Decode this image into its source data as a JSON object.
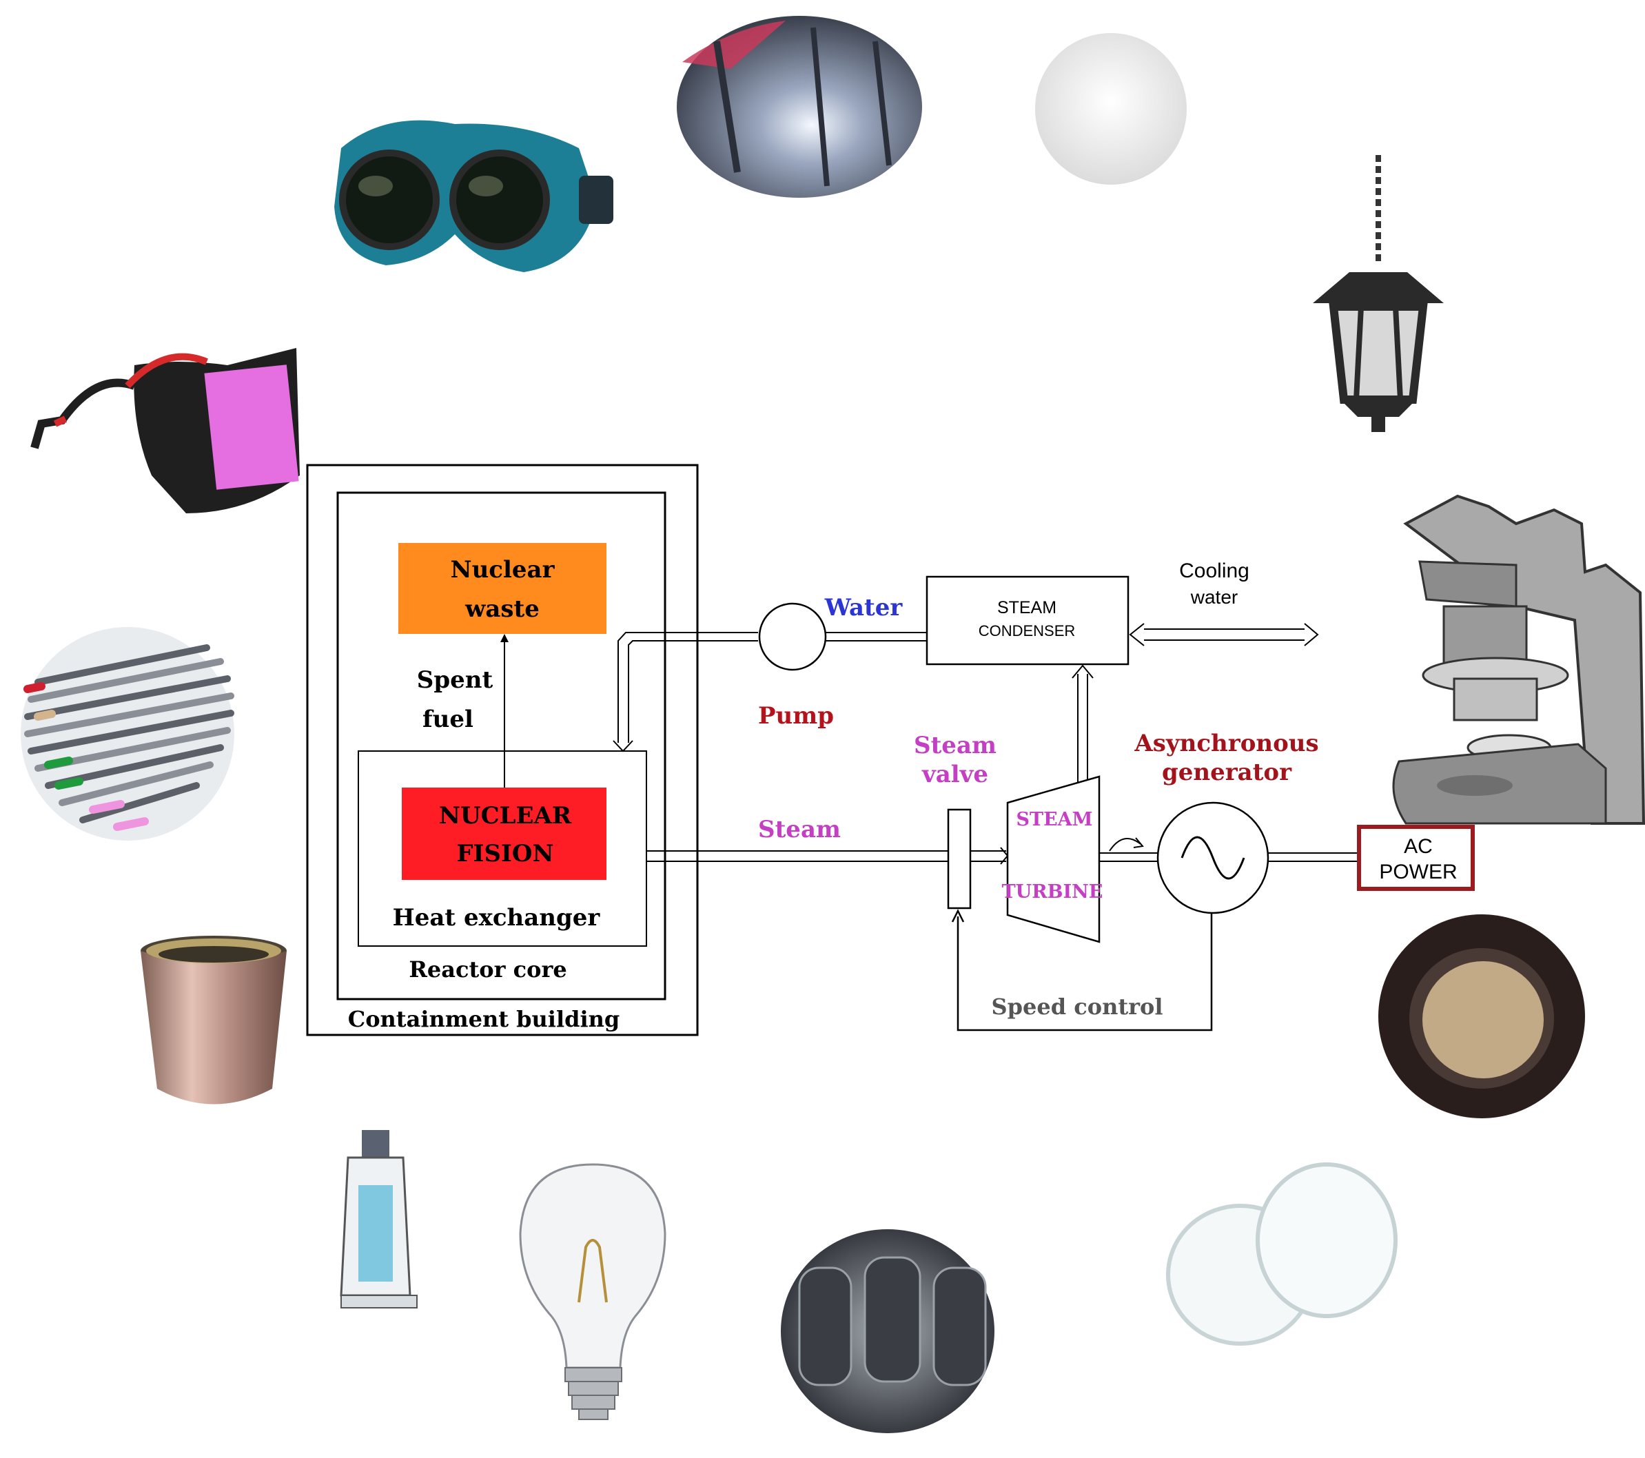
{
  "diagram": {
    "nuclear_waste": {
      "line1": "Nuclear",
      "line2": "waste"
    },
    "nuclear_fision": {
      "line1": "NUCLEAR",
      "line2": "FISION"
    },
    "spent_fuel": {
      "line1": "Spent",
      "line2": "fuel"
    },
    "heat_exchanger": "Heat exchanger",
    "reactor_core": "Reactor core",
    "containment_building": "Containment building",
    "water": "Water",
    "pump": "Pump",
    "steam": "Steam",
    "steam_valve": {
      "line1": "Steam",
      "line2": "valve"
    },
    "steam_condenser": {
      "line1": "STEAM",
      "line2": "CONDENSER"
    },
    "cooling_water": {
      "line1": "Cooling",
      "line2": "water"
    },
    "turbine": {
      "line1": "STEAM",
      "line2": "TURBINE"
    },
    "generator": {
      "line1": "Asynchronous",
      "line2": "generator"
    },
    "ac_power": {
      "line1": "AC",
      "line2": "POWER"
    },
    "speed_control": "Speed control"
  },
  "colors": {
    "waste_box": "#ff8a1e",
    "fision_box": "#ff1d25",
    "water_label": "#2b35d6",
    "pump_label": "#b5121b",
    "steam_label": "#c43fc4",
    "generator_label": "#a3131c",
    "ac_power_border": "#9b1b1e"
  },
  "illustrations": [
    "welding-goggles-icon",
    "welding-arc-photo",
    "white-pellet-photo",
    "hanging-lantern-icon",
    "auto-darkening-glasses-icon",
    "metal-rods-photo",
    "microscope-icon",
    "crucible-icon",
    "optical-lens-mount-icon",
    "ointment-tube-icon",
    "light-bulb-icon",
    "vacuum-tubes-photo",
    "glass-discs-icon"
  ]
}
